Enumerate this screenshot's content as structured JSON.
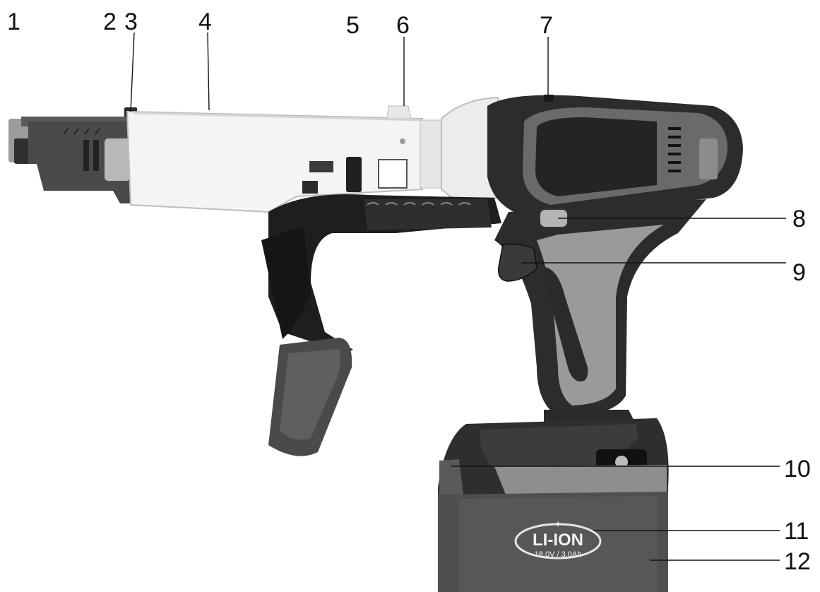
{
  "diagram": {
    "callouts": [
      "1",
      "2",
      "3",
      "4",
      "5",
      "6",
      "7",
      "8",
      "9",
      "10",
      "11",
      "12"
    ]
  },
  "battery": {
    "brand": "LI-ION",
    "rating": "18.0V / 3.0Ah"
  },
  "colors": {
    "shell_dark": "#2a2a2a",
    "shell_mid": "#595959",
    "shell_light": "#9a9a9a",
    "metal": "#f4f4f4",
    "ink": "#111111"
  }
}
